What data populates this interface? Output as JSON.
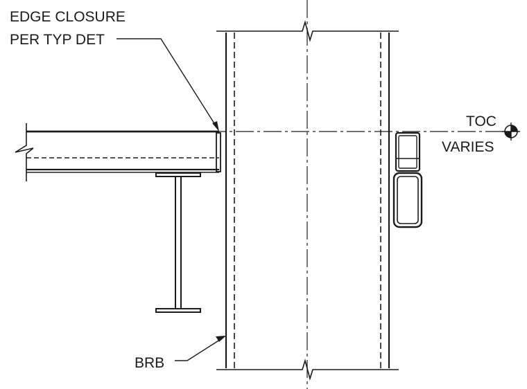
{
  "labels": {
    "edge_closure_line1": "EDGE CLOSURE",
    "edge_closure_line2": "PER TYP DET",
    "toc": "TOC",
    "varies": "VARIES",
    "brb": "BRB"
  },
  "colors": {
    "ink": "#1a1a1a",
    "paper": "#ffffff"
  },
  "symbols": {
    "elevation_marker": "elevation-target-icon",
    "break_lines": "break-line-icon"
  }
}
